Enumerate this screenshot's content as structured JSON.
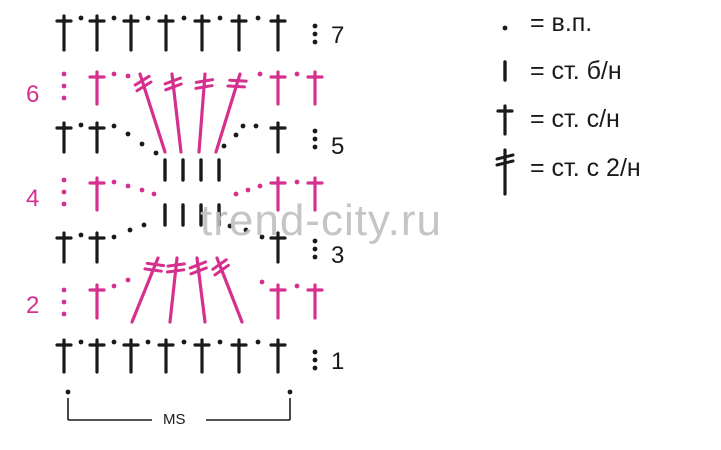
{
  "colors": {
    "black": "#1a1a1a",
    "magenta": "#d6308f",
    "watermark": "#bfbfbf"
  },
  "rows": {
    "r1": "1",
    "r2": "2",
    "r3": "3",
    "r4": "4",
    "r5": "5",
    "r6": "6",
    "r7": "7"
  },
  "legend": {
    "chain": "= в.п.",
    "sc": "= ст. б/н",
    "dc": "= ст. с/н",
    "tr": "= ст. с 2/н"
  },
  "repeat_label": "MS",
  "watermark": "trend-city.ru",
  "icons": [
    "chain-dot-icon",
    "single-crochet-icon",
    "double-crochet-icon",
    "treble-crochet-icon"
  ]
}
